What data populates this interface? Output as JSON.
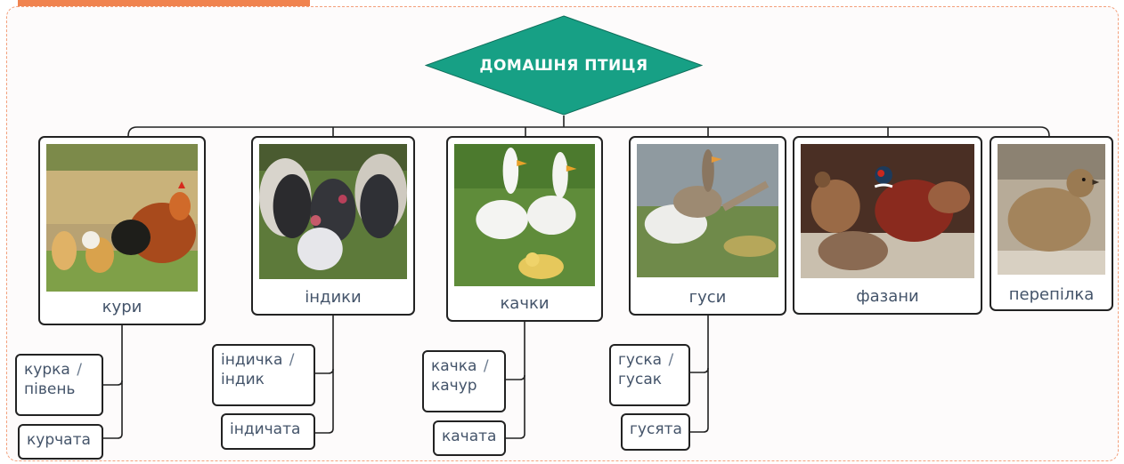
{
  "root": {
    "label": "ДОМАШНЯ ПТИЦЯ"
  },
  "categories": [
    {
      "label": "кури",
      "photo": "chickens"
    },
    {
      "label": "індики",
      "photo": "turkeys"
    },
    {
      "label": "качки",
      "photo": "ducks"
    },
    {
      "label": "гуси",
      "photo": "geese"
    },
    {
      "label": "фазани",
      "photo": "pheasants"
    },
    {
      "label": "перепілка",
      "photo": "quail"
    }
  ],
  "subitems": {
    "chickens": [
      {
        "line1": "курка",
        "sep": "/",
        "line2": "півень"
      },
      {
        "line1": "курчата"
      }
    ],
    "turkeys": [
      {
        "line1": "індичка",
        "sep": "/",
        "line2": "індик"
      },
      {
        "line1": "індичата"
      }
    ],
    "ducks": [
      {
        "line1": "качка",
        "sep": "/",
        "line2": "качур"
      },
      {
        "line1": "качата"
      }
    ],
    "geese": [
      {
        "line1": "гуска",
        "sep": "/",
        "line2": "гусак"
      },
      {
        "line1": "гусята"
      }
    ]
  },
  "colors": {
    "root_fill": "#17a085",
    "frame_border": "#f3a07c",
    "top_tab": "#f0834f",
    "label_text": "#44546a"
  }
}
